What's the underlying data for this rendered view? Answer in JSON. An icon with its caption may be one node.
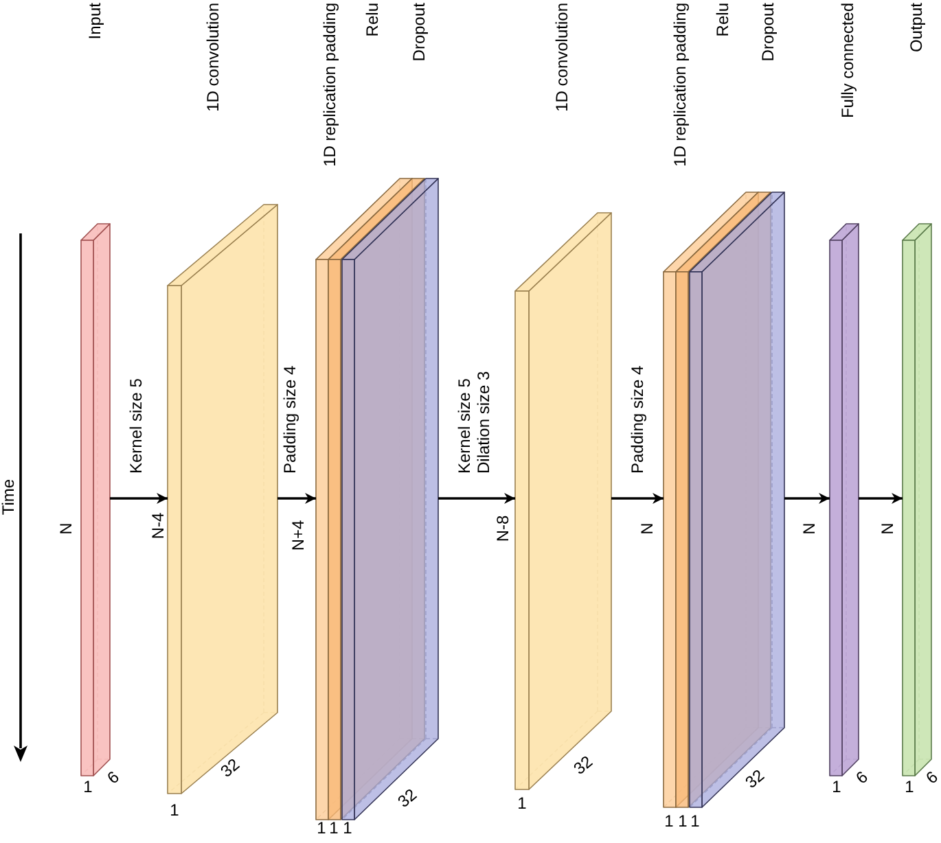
{
  "diagram": {
    "nodes": [
      {
        "text": [],
        "shape": "box",
        "beside": [
          "N",
          "1",
          "6"
        ]
      },
      {
        "text": [],
        "shape": "box",
        "beside": [
          "N-4",
          "1",
          "32"
        ]
      },
      {
        "text": [],
        "shape": "box",
        "beside": [
          "N+4",
          "1"
        ]
      },
      {
        "text": [],
        "shape": "box",
        "beside": [
          "1"
        ]
      },
      {
        "text": [],
        "shape": "box",
        "beside": [
          "1",
          "32"
        ]
      },
      {
        "text": [],
        "shape": "box",
        "beside": [
          "N-8",
          "1",
          "32"
        ]
      },
      {
        "text": [],
        "shape": "box",
        "beside": [
          "N",
          "1"
        ]
      },
      {
        "text": [],
        "shape": "box",
        "beside": [
          "1"
        ]
      },
      {
        "text": [],
        "shape": "box",
        "beside": [
          "1",
          "32"
        ]
      },
      {
        "text": [],
        "shape": "box",
        "beside": [
          "N",
          "1",
          "6"
        ]
      },
      {
        "text": [],
        "shape": "box",
        "beside": [
          "N",
          "1",
          "6"
        ]
      }
    ],
    "edges": [
      {
        "from": 0,
        "to": 1,
        "arrow": "to",
        "label": "Kernel size 5"
      },
      {
        "from": 1,
        "to": 2,
        "arrow": "to",
        "label": "Padding size 4"
      },
      {
        "from": 4,
        "to": 5,
        "arrow": "to",
        "label": "Kernel size 5 Dilation size 3"
      },
      {
        "from": 5,
        "to": 6,
        "arrow": "to",
        "label": "Padding size 4"
      },
      {
        "from": 8,
        "to": 9,
        "arrow": "to"
      },
      {
        "from": 9,
        "to": 10,
        "arrow": "to"
      }
    ],
    "labels": [
      "Input",
      "1D convolution",
      "1D replication padding",
      "Relu",
      "Dropout",
      "1D convolution",
      "1D replication padding",
      "Relu",
      "Dropout",
      "Fully connected",
      "Output",
      "Time"
    ]
  }
}
